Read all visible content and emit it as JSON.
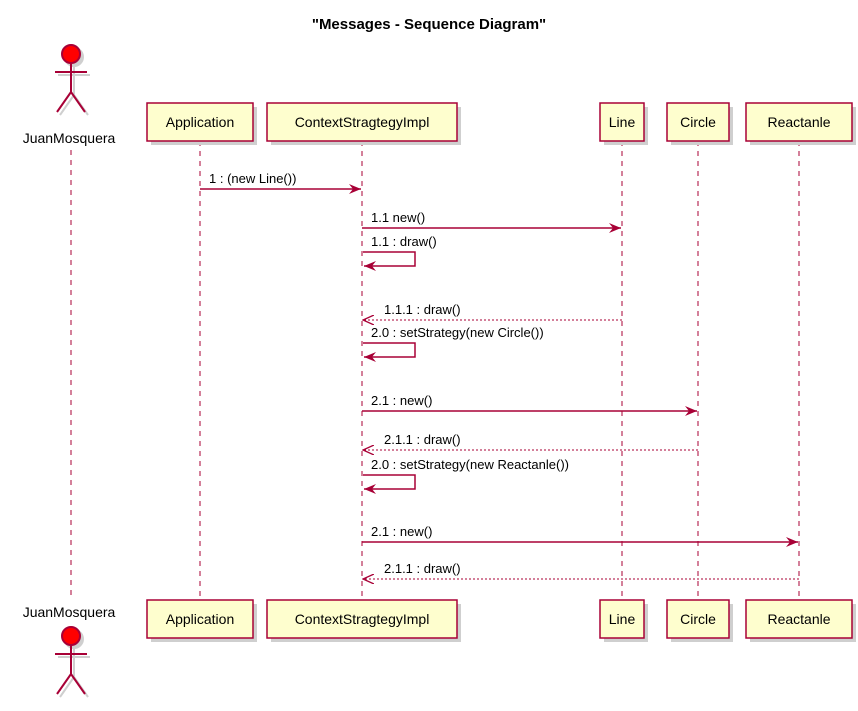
{
  "title": "\"Messages - Sequence Diagram\"",
  "actor": {
    "name": "JuanMosquera",
    "icon": "stick-figure-icon"
  },
  "participants": [
    {
      "id": "application",
      "name": "Application"
    },
    {
      "id": "context",
      "name": "ContextStragtegyImpl"
    },
    {
      "id": "line",
      "name": "Line"
    },
    {
      "id": "circle",
      "name": "Circle"
    },
    {
      "id": "reactanle",
      "name": "Reactanle"
    }
  ],
  "messages": [
    {
      "label": "1 : (new Line())",
      "from": "application",
      "to": "context",
      "style": "sync"
    },
    {
      "label": "1.1 new()",
      "from": "context",
      "to": "line",
      "style": "sync"
    },
    {
      "label": "1.1 : draw()",
      "from": "context",
      "to": "context",
      "style": "self"
    },
    {
      "label": "1.1.1 : draw()",
      "from": "line",
      "to": "context",
      "style": "return"
    },
    {
      "label": "2.0 : setStrategy(new Circle())",
      "from": "context",
      "to": "context",
      "style": "self"
    },
    {
      "label": "2.1 : new()",
      "from": "context",
      "to": "circle",
      "style": "sync"
    },
    {
      "label": "2.1.1 : draw()",
      "from": "circle",
      "to": "context",
      "style": "return"
    },
    {
      "label": "2.0 : setStrategy(new Reactanle())",
      "from": "context",
      "to": "context",
      "style": "self"
    },
    {
      "label": "2.1 : new()",
      "from": "context",
      "to": "reactanle",
      "style": "sync"
    },
    {
      "label": "2.1.1 : draw()",
      "from": "reactanle",
      "to": "context",
      "style": "return"
    }
  ],
  "colors": {
    "participant_fill": "#FEFECE",
    "line": "#A80036",
    "actor_head": "#FF0000",
    "shadow": "#CFCFCF"
  }
}
